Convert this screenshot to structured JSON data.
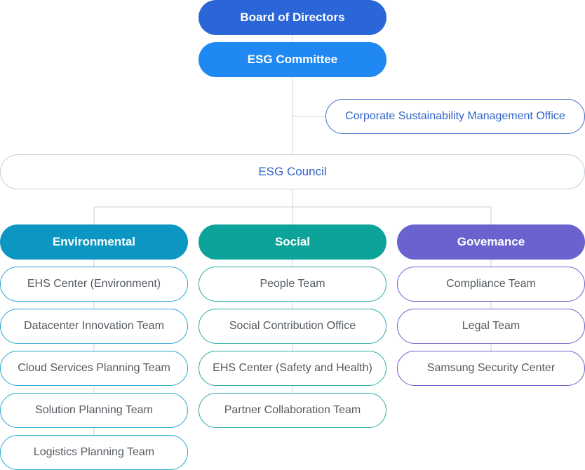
{
  "board": {
    "label": "Board of Directors"
  },
  "esg_committee": {
    "label": "ESG Committee"
  },
  "sustainability_office": {
    "label": "Corporate Sustainability Management Office"
  },
  "esg_council": {
    "label": "ESG Council"
  },
  "columns": [
    {
      "title": "Environmental",
      "items": [
        "EHS Center (Environment)",
        "Datacenter Innovation Team",
        "Cloud Services Planning Team",
        "Solution Planning Team",
        "Logistics Planning Team"
      ]
    },
    {
      "title": "Social",
      "items": [
        "People Team",
        "Social Contribution Office",
        "EHS Center (Safety and Health)",
        "Partner Collaboration Team"
      ]
    },
    {
      "title": "Govemance",
      "items": [
        "Compliance Team",
        "Legal Team",
        "Samsung Security Center"
      ]
    }
  ],
  "colors": {
    "board": "#2b66d9",
    "esg_committee": "#1f88f2",
    "environmental": "#0c96c2",
    "social": "#0da39b",
    "governance": "#6a62cf",
    "connector": "#c9d3da"
  }
}
